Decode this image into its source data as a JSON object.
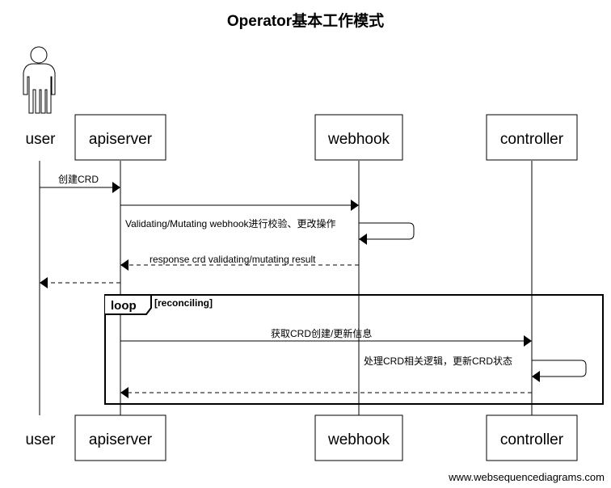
{
  "title": "Operator基本工作模式",
  "participants": {
    "user": "user",
    "apiserver": "apiserver",
    "webhook": "webhook",
    "controller": "controller"
  },
  "messages": [
    {
      "from": "user",
      "to": "apiserver",
      "label": "创建CRD",
      "style": "solid"
    },
    {
      "from": "apiserver",
      "to": "webhook",
      "label": "",
      "style": "solid"
    },
    {
      "from": "webhook",
      "to": "webhook",
      "label": "Validating/Mutating webhook进行校验、更改操作",
      "style": "solid"
    },
    {
      "from": "webhook",
      "to": "apiserver",
      "label": "response crd validating/mutating result",
      "style": "dashed"
    },
    {
      "from": "apiserver",
      "to": "user",
      "label": "",
      "style": "dashed"
    },
    {
      "from": "apiserver",
      "to": "controller",
      "label": "获取CRD创建/更新信息",
      "style": "solid"
    },
    {
      "from": "controller",
      "to": "controller",
      "label": "处理CRD相关逻辑，更新CRD状态",
      "style": "solid"
    },
    {
      "from": "controller",
      "to": "apiserver",
      "label": "",
      "style": "dashed"
    }
  ],
  "loop": {
    "tag": "loop",
    "condition": "[reconciling]"
  },
  "footer": "www.websequencediagrams.com"
}
